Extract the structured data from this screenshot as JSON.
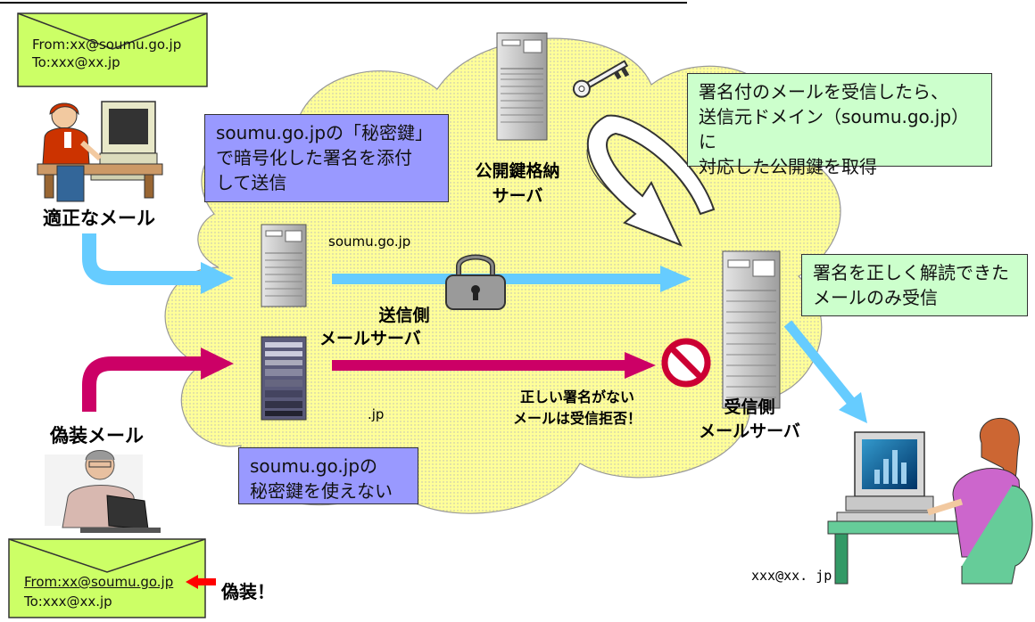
{
  "colors": {
    "cloud": "#ffff99",
    "valid_arrow": "#66ccff",
    "spoof_arrow": "#cc0066",
    "purple_box": "#9999ff",
    "green_box": "#ccffcc",
    "envelope": "#ccff66",
    "no_sign": "#cc0033",
    "red_arrow": "#ff0000"
  },
  "valid_envelope": {
    "from": "From:xx@soumu.go.jp",
    "to": "To:xxx@xx.jp"
  },
  "spoof_envelope": {
    "from": "From:xx@soumu.go.jp",
    "to": "To:xxx@xx.jp"
  },
  "labels": {
    "valid_mail": "適正なメール",
    "spoof_mail": "偽装メール",
    "sender_domain": "soumu.go.jp",
    "spoof_domain": ".jp",
    "sender_server": [
      "送信側",
      "メールサーバ"
    ],
    "receiver_server": [
      "受信側",
      "メールサーバ"
    ],
    "key_server": [
      "公開鍵格納",
      "サーバ"
    ],
    "reject": [
      "正しい署名がない",
      "メールは受信拒否！"
    ],
    "spoof_mark": "偽装！",
    "receiver_address": "xxx@xx. jp"
  },
  "callouts": {
    "sign": [
      "soumu.go.jpの「秘密鍵」",
      "で暗号化した署名を添付",
      "して送信"
    ],
    "no_key": [
      "soumu.go.jpの",
      "秘密鍵を使えない"
    ],
    "fetch_key": [
      "署名付のメールを受信したら、",
      "送信元ドメイン（soumu.go.jp）に",
      "対応した公開鍵を取得"
    ],
    "accept": [
      "署名を正しく解読できた",
      "メールのみ受信"
    ]
  },
  "icons": [
    "envelope-icon",
    "server-icon",
    "key-icon",
    "padlock-icon",
    "prohibited-icon",
    "person-at-computer-icon",
    "person-with-laptop-icon",
    "curved-arrow-icon"
  ]
}
